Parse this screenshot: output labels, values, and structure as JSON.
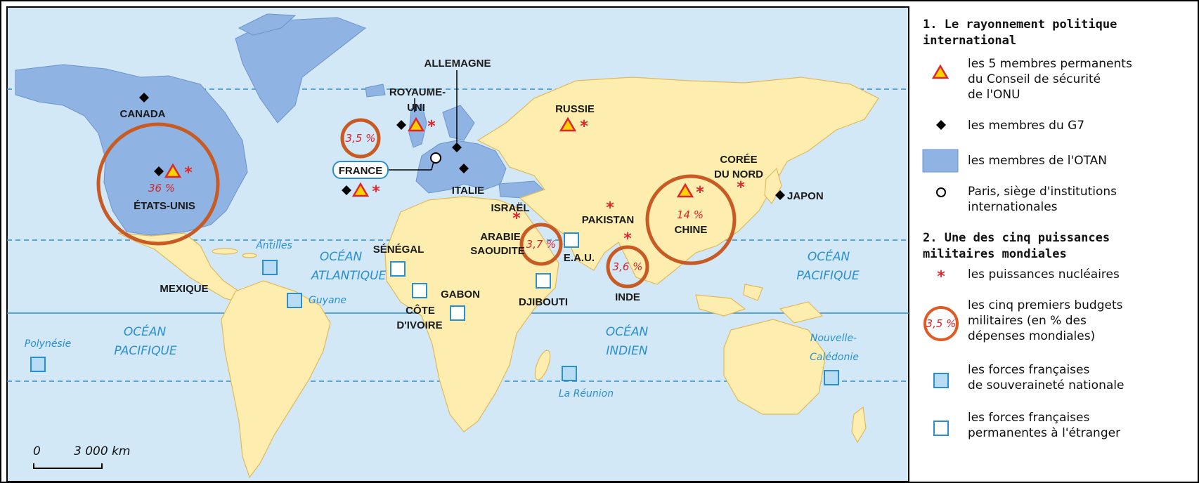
{
  "map": {
    "countries": {
      "canada": "CANADA",
      "etats_unis": "ÉTATS-UNIS",
      "mexique": "MEXIQUE",
      "royaume_uni_1": "ROYAUME-",
      "royaume_uni_2": "UNI",
      "france": "FRANCE",
      "allemagne": "ALLEMAGNE",
      "italie": "ITALIE",
      "russie": "RUSSIE",
      "coree_1": "CORÉE",
      "coree_2": "DU NORD",
      "japon": "JAPON",
      "chine": "CHINE",
      "pakistan": "PAKISTAN",
      "inde": "INDE",
      "israel": "ISRAËL",
      "arabie_1": "ARABIE",
      "arabie_2": "SAOUDITE",
      "eau": "E.A.U.",
      "djibouti": "DJIBOUTI",
      "senegal": "SÉNÉGAL",
      "gabon": "GABON",
      "cote_1": "CÔTE",
      "cote_2": "D'IVOIRE"
    },
    "oceans": {
      "atl_1": "OCÉAN",
      "atl_2": "ATLANTIQUE",
      "pac_e_1": "OCÉAN",
      "pac_e_2": "PACIFIQUE",
      "pac_w_1": "OCÉAN",
      "pac_w_2": "PACIFIQUE",
      "ind_1": "OCÉAN",
      "ind_2": "INDIEN"
    },
    "territories": {
      "antilles": "Antilles",
      "guyane": "Guyane",
      "polynesie": "Polynésie",
      "reunion": "La Réunion",
      "nc_1": "Nouvelle-",
      "nc_2": "Calédonie"
    },
    "budgets": {
      "usa": "36 %",
      "chine": "14 %",
      "arabie": "3,7 %",
      "inde": "3,6 %",
      "france": "3,5 %"
    },
    "scale": {
      "zero": "0",
      "distance": "3 000 km"
    }
  },
  "legend": {
    "section1_title_1": "1. Le rayonnement politique",
    "section1_title_2": "international",
    "permanent_1": "les 5 membres permanents",
    "permanent_2": "du Conseil de sécurité",
    "permanent_3": "de l'ONU",
    "g7": "les membres du G7",
    "otan": "les membres de l'OTAN",
    "paris_1": "Paris, siège d'institutions",
    "paris_2": "internationales",
    "section2_title_1": "2. Une des cinq puissances",
    "section2_title_2": "militaires mondiales",
    "nuclear": "les puissances nucléaires",
    "budget_sample": "3,5 %",
    "budget_1": "les cinq premiers budgets",
    "budget_2": "militaires (en % des",
    "budget_3": "dépenses mondiales)",
    "sov_1": "les forces françaises",
    "sov_2": "de souveraineté nationale",
    "perm_1": "les forces françaises",
    "perm_2": "permanentes à l'étranger"
  },
  "colors": {
    "sea": "#d3e8f7",
    "land": "#fdeeb0",
    "otan": "#8fb4e3",
    "circle": "#c85a23",
    "nuclear": "#e0262d",
    "triangle": "#fbd200",
    "forces": "#2a8fd0"
  }
}
